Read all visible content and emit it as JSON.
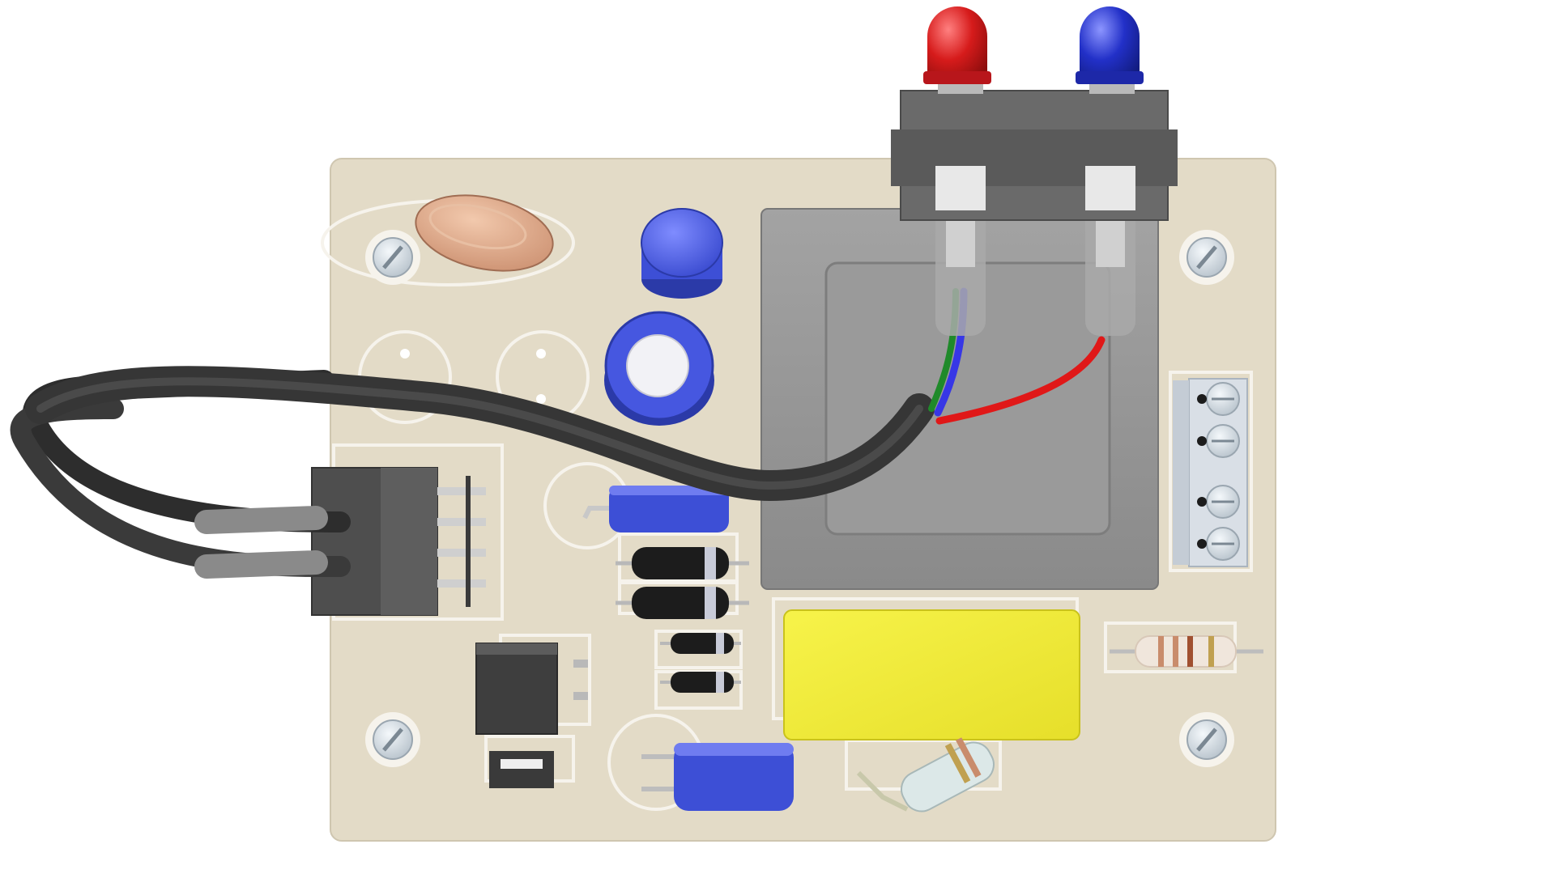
{
  "scene": {
    "subject": "pcb-assembly-render",
    "palette": {
      "background": "#ffffff",
      "board": "#e3dbc7",
      "silkscreen": "#f6f3ec",
      "transformer": "#8f8f8f",
      "connector": "#5a5a5a",
      "capacitor_blue": "#3d4fd6",
      "film_capacitor": "#f2ee3c",
      "led_red": "#d61b1b",
      "led_blue": "#2230c8",
      "cable": "#3a3a3a",
      "wire_red": "#e01818",
      "wire_blue": "#3737e6",
      "wire_green": "#1f8a2a",
      "terminal_block": "#d9dfe6",
      "diode": "#1c1c1c"
    },
    "components": {
      "leds": [
        "red-led",
        "blue-led"
      ],
      "screws": 4,
      "diodes": 4,
      "electrolytic_capacitors": 4,
      "terminal_screws": 4,
      "resistors": 2,
      "connector_pins": 4
    }
  }
}
